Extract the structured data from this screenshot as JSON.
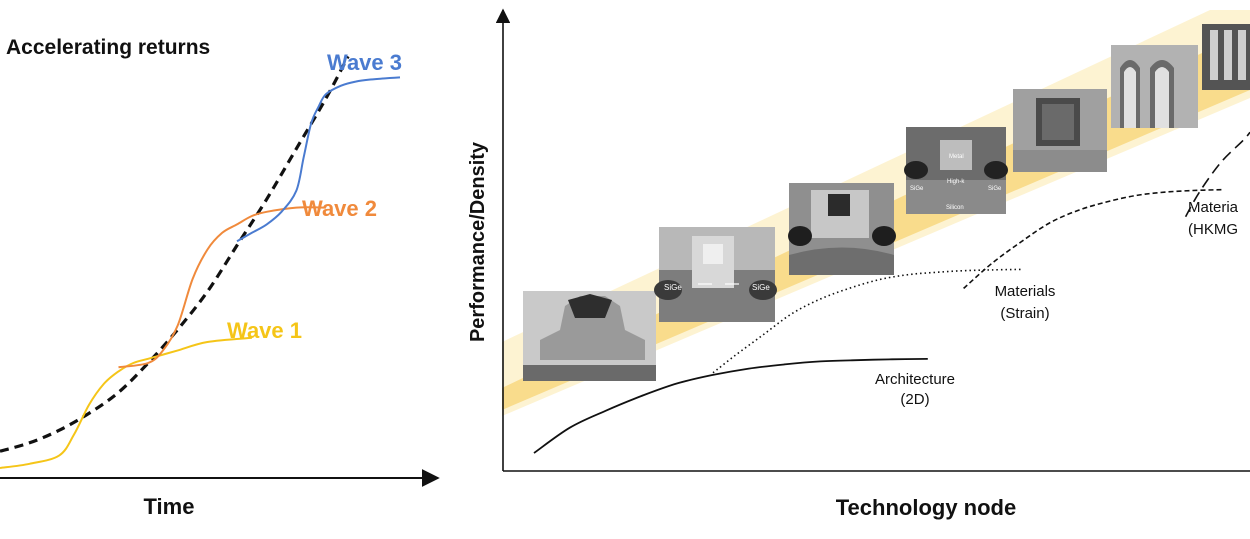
{
  "chart_data": [
    {
      "type": "line",
      "title": "",
      "xlabel": "Time",
      "ylabel": "",
      "annotations": [
        "Accelerating returns"
      ],
      "colors": {
        "wave1": "#f5c518",
        "wave2": "#f08a3c",
        "wave3": "#4a7bd0",
        "trend": "#111111",
        "axis": "#111111"
      },
      "series": [
        {
          "name": "Accelerating returns",
          "style": "dashed",
          "x": [
            0,
            2,
            4,
            6,
            8,
            10,
            12,
            14,
            16,
            18,
            20,
            22,
            23.5
          ],
          "y": [
            4,
            6,
            9,
            13,
            18,
            25,
            33,
            42,
            53,
            64,
            76,
            88,
            98
          ]
        },
        {
          "name": "Wave 1",
          "x": [
            0,
            2,
            4,
            5,
            6,
            7,
            8,
            9,
            10,
            11,
            12,
            14,
            17
          ],
          "y": [
            0,
            1,
            3,
            8,
            15,
            20,
            23,
            25,
            26,
            27,
            28,
            30,
            31
          ]
        },
        {
          "name": "Wave 2",
          "x": [
            8,
            10,
            11,
            12,
            13,
            14,
            15,
            16,
            17,
            18,
            20,
            22
          ],
          "y": [
            24,
            25,
            28,
            34,
            45,
            52,
            56,
            58,
            60,
            61,
            62,
            62
          ]
        },
        {
          "name": "Wave 3",
          "x": [
            16,
            17,
            18,
            19,
            20,
            20.5,
            21,
            21.5,
            22,
            23,
            24,
            25,
            27
          ],
          "y": [
            54,
            56,
            58,
            61,
            66,
            74,
            82,
            86,
            89,
            91,
            92,
            92.5,
            93
          ]
        }
      ]
    },
    {
      "type": "line",
      "title": "",
      "xlabel": "Technology node",
      "ylabel": "Performance/Density",
      "colors": {
        "band": "#fdf3d2",
        "stripe": "#f9dc8c",
        "curve": "#111111",
        "photo": "#8a8a8a"
      },
      "series": [
        {
          "name": "Architecture (2D)",
          "style": "solid",
          "x": [
            0,
            5,
            10,
            15,
            20,
            25,
            30,
            35,
            40,
            45,
            50,
            55
          ],
          "y": [
            0,
            6,
            10,
            13.5,
            16.5,
            18.5,
            20,
            21,
            21.7,
            22,
            22.2,
            22.3
          ]
        },
        {
          "name": "Materials (Strain)",
          "style": "dotted",
          "x": [
            25,
            28,
            32,
            36,
            40,
            44,
            48,
            52,
            56,
            60,
            64,
            68
          ],
          "y": [
            19,
            23,
            28,
            33,
            36.5,
            39,
            41,
            42.2,
            42.8,
            43.2,
            43.4,
            43.5
          ]
        },
        {
          "name": "Materials (HKMG)",
          "style": "dashed-fine",
          "x": [
            60,
            64,
            68,
            72,
            76,
            80,
            84,
            88,
            92,
            96
          ],
          "y": [
            39,
            45,
            50,
            54.5,
            57.5,
            59.5,
            61,
            61.8,
            62.2,
            62.4
          ]
        },
        {
          "name": "",
          "style": "dashed",
          "x": [
            91,
            93,
            96,
            99,
            100
          ],
          "y": [
            56,
            62,
            69,
            74,
            76
          ]
        }
      ],
      "labels": [
        {
          "lines": [
            "Architecture",
            "(2D)"
          ]
        },
        {
          "lines": [
            "Materials",
            "(Strain)"
          ]
        },
        {
          "lines": [
            "Materia",
            "(HKMG"
          ]
        }
      ],
      "photo_labels": {
        "p2_left": "SiGe",
        "p2_right": "SiGe",
        "p4_top": "Metal",
        "p4_mid": "High-k",
        "p4_left": "SiGe",
        "p4_right": "SiGe",
        "p4_bottom": "Silicon"
      }
    }
  ]
}
